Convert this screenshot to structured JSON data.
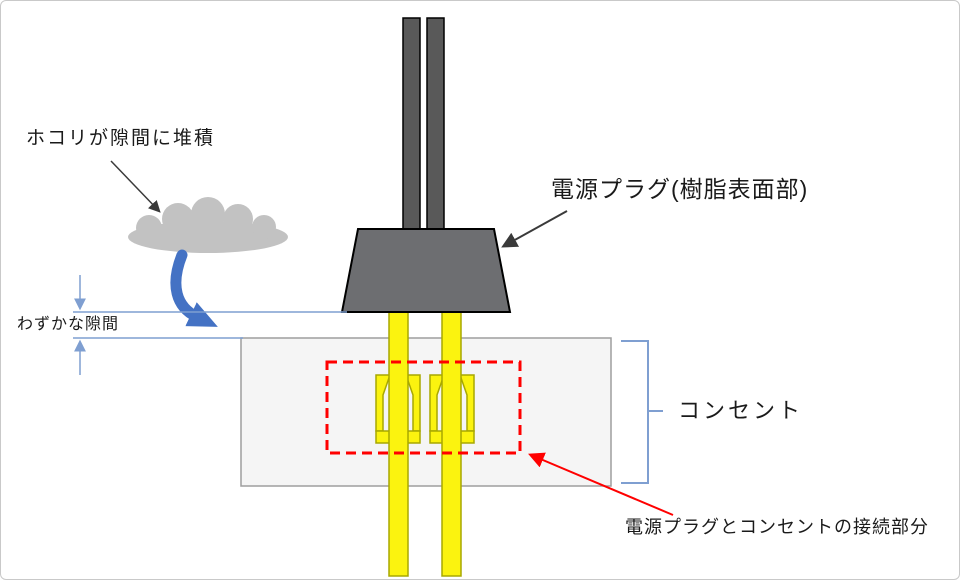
{
  "diagram": {
    "labels": {
      "dust": "ホコリが隙間に堆積",
      "plug": "電源プラグ(樹脂表面部)",
      "gap": "わずかな隙間",
      "outlet": "コンセント",
      "connection": "電源プラグとコンセントの接続部分"
    },
    "colors": {
      "plug_body": "#6d6e71",
      "cable": "#595959",
      "prong_fill": "#fbf30f",
      "prong_stroke": "#a8a800",
      "outlet_fill": "#f5f5f5",
      "outlet_stroke": "#9e9e9e",
      "highlight_red": "#ff0000",
      "annotation_blue": "#4472c4",
      "dimension_blue": "#7f9fd1",
      "cloud_gray": "#c2c2c2",
      "arrow_black": "#3a3a3a"
    }
  }
}
